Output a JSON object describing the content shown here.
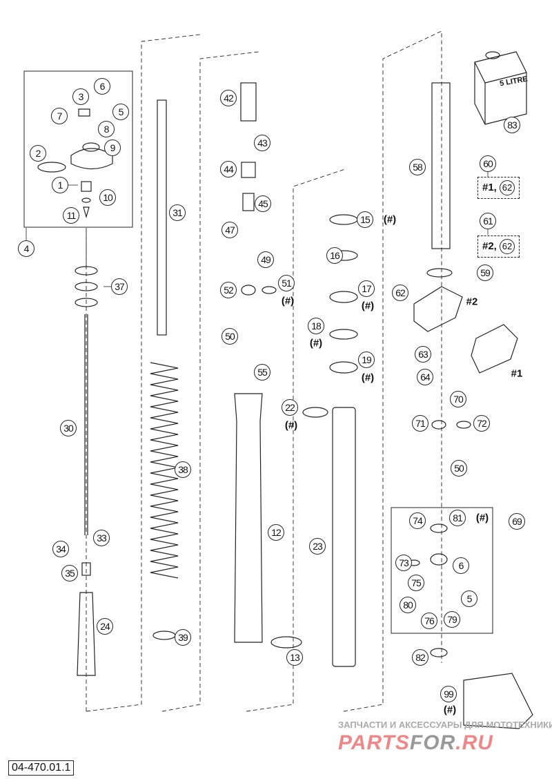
{
  "diagram_code": "04-470.01.1",
  "can_label": "5 LITRE",
  "callouts": {
    "c1": "1",
    "c2": "2",
    "c3": "3",
    "c4": "4",
    "c5": "5",
    "c6": "6",
    "c7": "7",
    "c8": "8",
    "c9": "9",
    "c10": "10",
    "c11": "11",
    "c12": "12",
    "c13": "13",
    "c15": "15",
    "c16": "16",
    "c17": "17",
    "c18": "18",
    "c19": "19",
    "c22": "22",
    "c23": "23",
    "c24": "24",
    "c30": "30",
    "c31": "31",
    "c33": "33",
    "c34": "34",
    "c35": "35",
    "c37": "37",
    "c38": "38",
    "c39": "39",
    "c42": "42",
    "c43": "43",
    "c44": "44",
    "c45": "45",
    "c47": "47",
    "c49": "49",
    "c50": "50",
    "c51": "51",
    "c52": "52",
    "c55": "55",
    "c58": "58",
    "c59": "59",
    "c60": "60",
    "c61": "61",
    "c62": "62",
    "c63": "63",
    "c64": "64",
    "c69": "69",
    "c70": "70",
    "c71": "71",
    "c72": "72",
    "c73": "73",
    "c74": "74",
    "c75": "75",
    "c76": "76",
    "c79": "79",
    "c80": "80",
    "c81": "81",
    "c82": "82",
    "c83": "83",
    "c99": "99"
  },
  "hash": "(#)",
  "variant1": "#1",
  "variant2": "#2",
  "box60": {
    "prefix": "#1,",
    "ref": "62"
  },
  "box61": {
    "prefix": "#2,",
    "ref": "62"
  },
  "watermark": {
    "line1": "ЗАПЧАСТИ И АКСЕССУАРЫ ДЛЯ МОТОТЕХНИКИ",
    "brand_a": "PARTS",
    "brand_b": "FOR",
    "brand_c": ".RU"
  }
}
